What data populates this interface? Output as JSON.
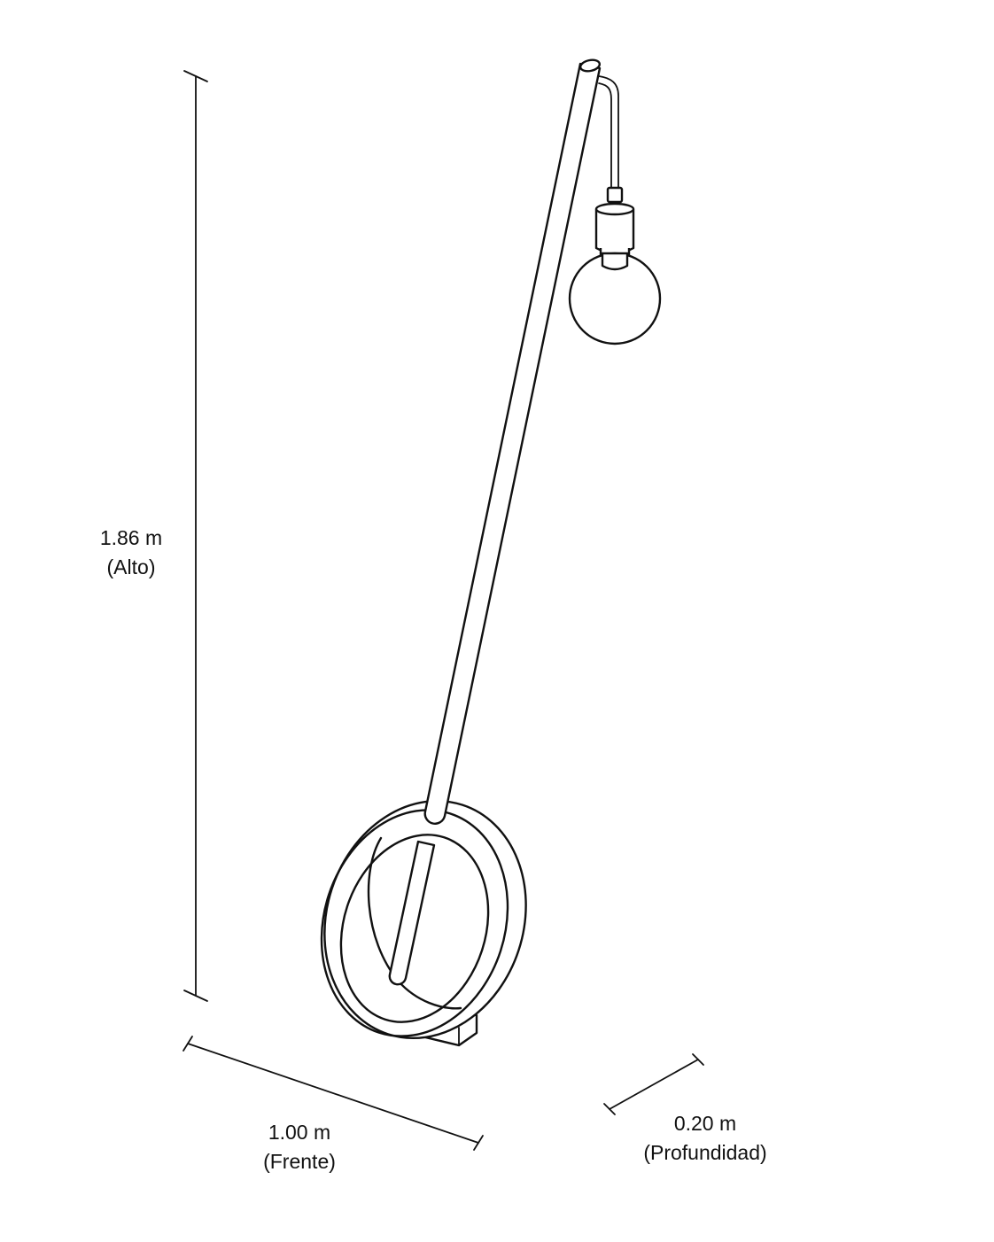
{
  "dimensions": {
    "height": {
      "value": "1.86 m",
      "label": "(Alto)"
    },
    "width": {
      "value": "1.00 m",
      "label": "(Frente)"
    },
    "depth": {
      "value": "0.20 m",
      "label": "(Profundidad)"
    }
  },
  "colors": {
    "line": "#111111",
    "background": "#ffffff"
  }
}
